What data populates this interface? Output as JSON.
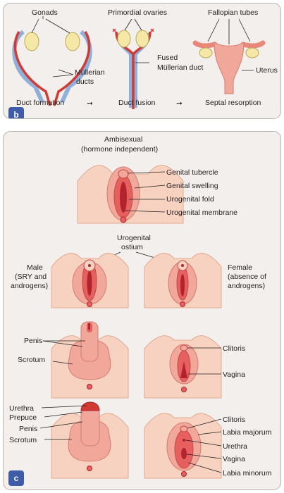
{
  "panel_b": {
    "badge": "b",
    "labels": {
      "gonads": "Gonads",
      "mullerian_ducts_1": "Müllerian",
      "mullerian_ducts_2": "ducts",
      "primordial_ovaries": "Primordial ovaries",
      "fused_1": "Fused",
      "fused_2": "Müllerian duct",
      "fallopian_tubes": "Fallopian tubes",
      "uterus": "Uterus"
    },
    "steps": [
      "Duct formation",
      "Duct fusion",
      "Septal resorption"
    ],
    "arrow": "➞"
  },
  "panel_c": {
    "badge": "c",
    "ambisexual_1": "Ambisexual",
    "ambisexual_2": "(hormone independent)",
    "ambi_labels": [
      "Genital tubercle",
      "Genital swelling",
      "Urogenital fold",
      "Urogenital membrane"
    ],
    "ostium_1": "Urogenital",
    "ostium_2": "ostium",
    "male_1": "Male",
    "male_2": "(SRY and",
    "male_3": "androgens)",
    "female_1": "Female",
    "female_2": "(absence of",
    "female_3": "androgens)",
    "male_mid": [
      "Penis",
      "Scrotum"
    ],
    "female_mid": [
      "Clitoris",
      "Vagina"
    ],
    "male_final": [
      "Urethra",
      "Prepuce",
      "Penis",
      "Scrotum"
    ],
    "female_final": [
      "Clitoris",
      "Labia majorum",
      "Urethra",
      "Vagina",
      "Labia minorum"
    ]
  },
  "colors": {
    "panel_bg": "#f3efec",
    "border": "#b9b3ad",
    "badge": "#3f5ca8",
    "skin": "#f7d2c0",
    "genital_light": "#f2a79b",
    "genital_mid": "#e5605e",
    "genital_dark": "#b3232e",
    "duct_red": "#d23a34",
    "duct_blue": "#8fb0d8",
    "gonad": "#f5e7a6"
  }
}
